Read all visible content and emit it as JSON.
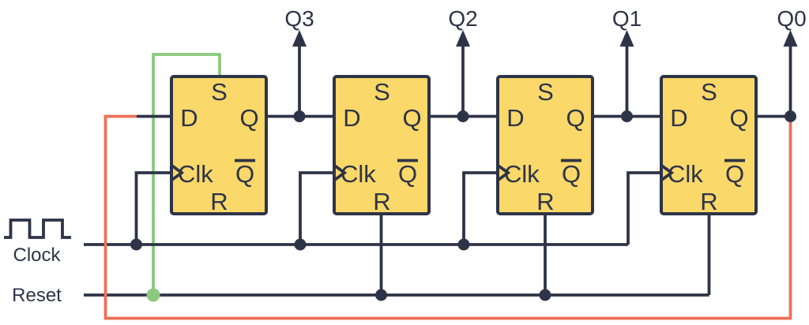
{
  "colors": {
    "background": "#FFFFFF",
    "wire": "#2E3447",
    "text": "#2E3447",
    "box_fill": "#FAD869",
    "box_border": "#2E3447",
    "feedback_wire": "#ED7058",
    "set_wire": "#8CC97F"
  },
  "outputs": [
    {
      "label": "Q3"
    },
    {
      "label": "Q2"
    },
    {
      "label": "Q1"
    },
    {
      "label": "Q0"
    }
  ],
  "inputs": {
    "clock": {
      "label": "Clock",
      "icon": "square-wave-icon"
    },
    "reset": {
      "label": "Reset"
    }
  },
  "flipflop_labels": {
    "set": "S",
    "data": "D",
    "output": "Q",
    "clock": "Clk",
    "output_inverted": "Q",
    "reset": "R"
  }
}
